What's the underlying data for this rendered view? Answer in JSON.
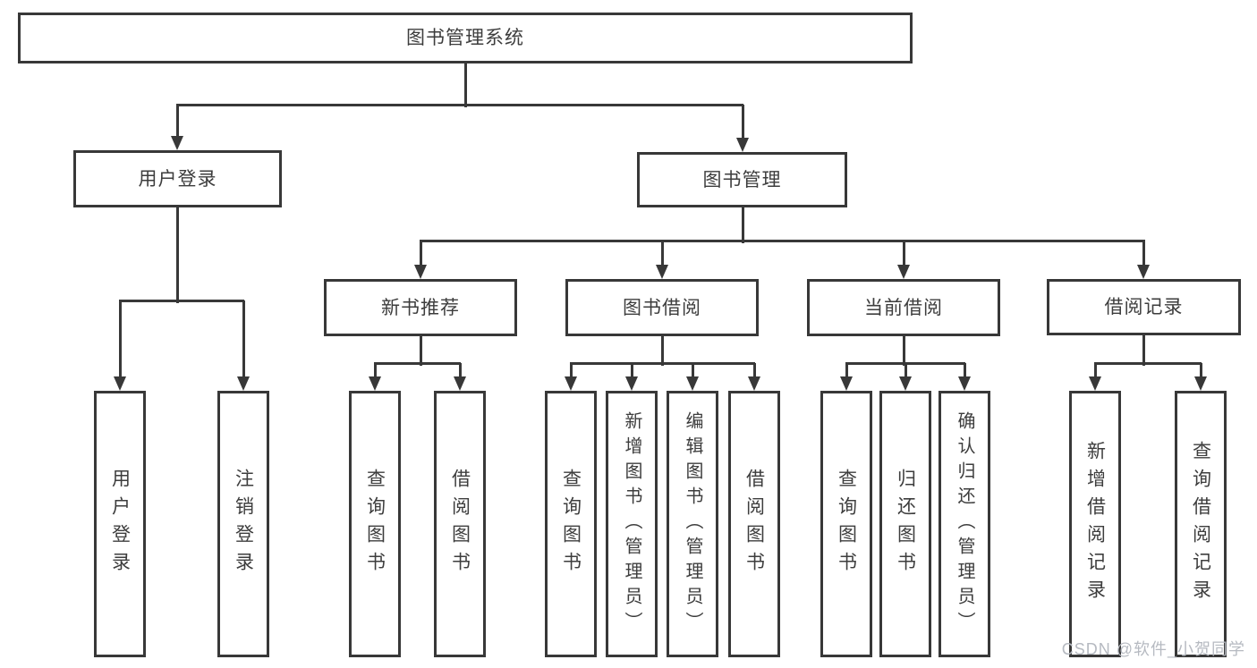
{
  "colors": {
    "line": "#383838",
    "border": "#383838",
    "text": "#3d3d3d",
    "box_background": "#ffffff",
    "watermark": "#b6bac1"
  },
  "watermark": {
    "text": "CSDN @软件_小贺同学"
  },
  "diagram": {
    "root": {
      "label": "图书管理系统",
      "children": [
        {
          "label": "用户登录",
          "children": [
            {
              "label": "用户登录"
            },
            {
              "label": "注销登录"
            }
          ]
        },
        {
          "label": "图书管理",
          "children": [
            {
              "label": "新书推荐",
              "children": [
                {
                  "label": "查询图书"
                },
                {
                  "label": "借阅图书"
                }
              ]
            },
            {
              "label": "图书借阅",
              "children": [
                {
                  "label": "查询图书"
                },
                {
                  "label": "新增图书（管理员）"
                },
                {
                  "label": "编辑图书（管理员）"
                },
                {
                  "label": "借阅图书"
                }
              ]
            },
            {
              "label": "当前借阅",
              "children": [
                {
                  "label": "查询图书"
                },
                {
                  "label": "归还图书"
                },
                {
                  "label": "确认归还（管理员）"
                }
              ]
            },
            {
              "label": "借阅记录",
              "children": [
                {
                  "label": "新增借阅记录"
                },
                {
                  "label": "查询借阅记录"
                }
              ]
            }
          ]
        }
      ]
    }
  }
}
